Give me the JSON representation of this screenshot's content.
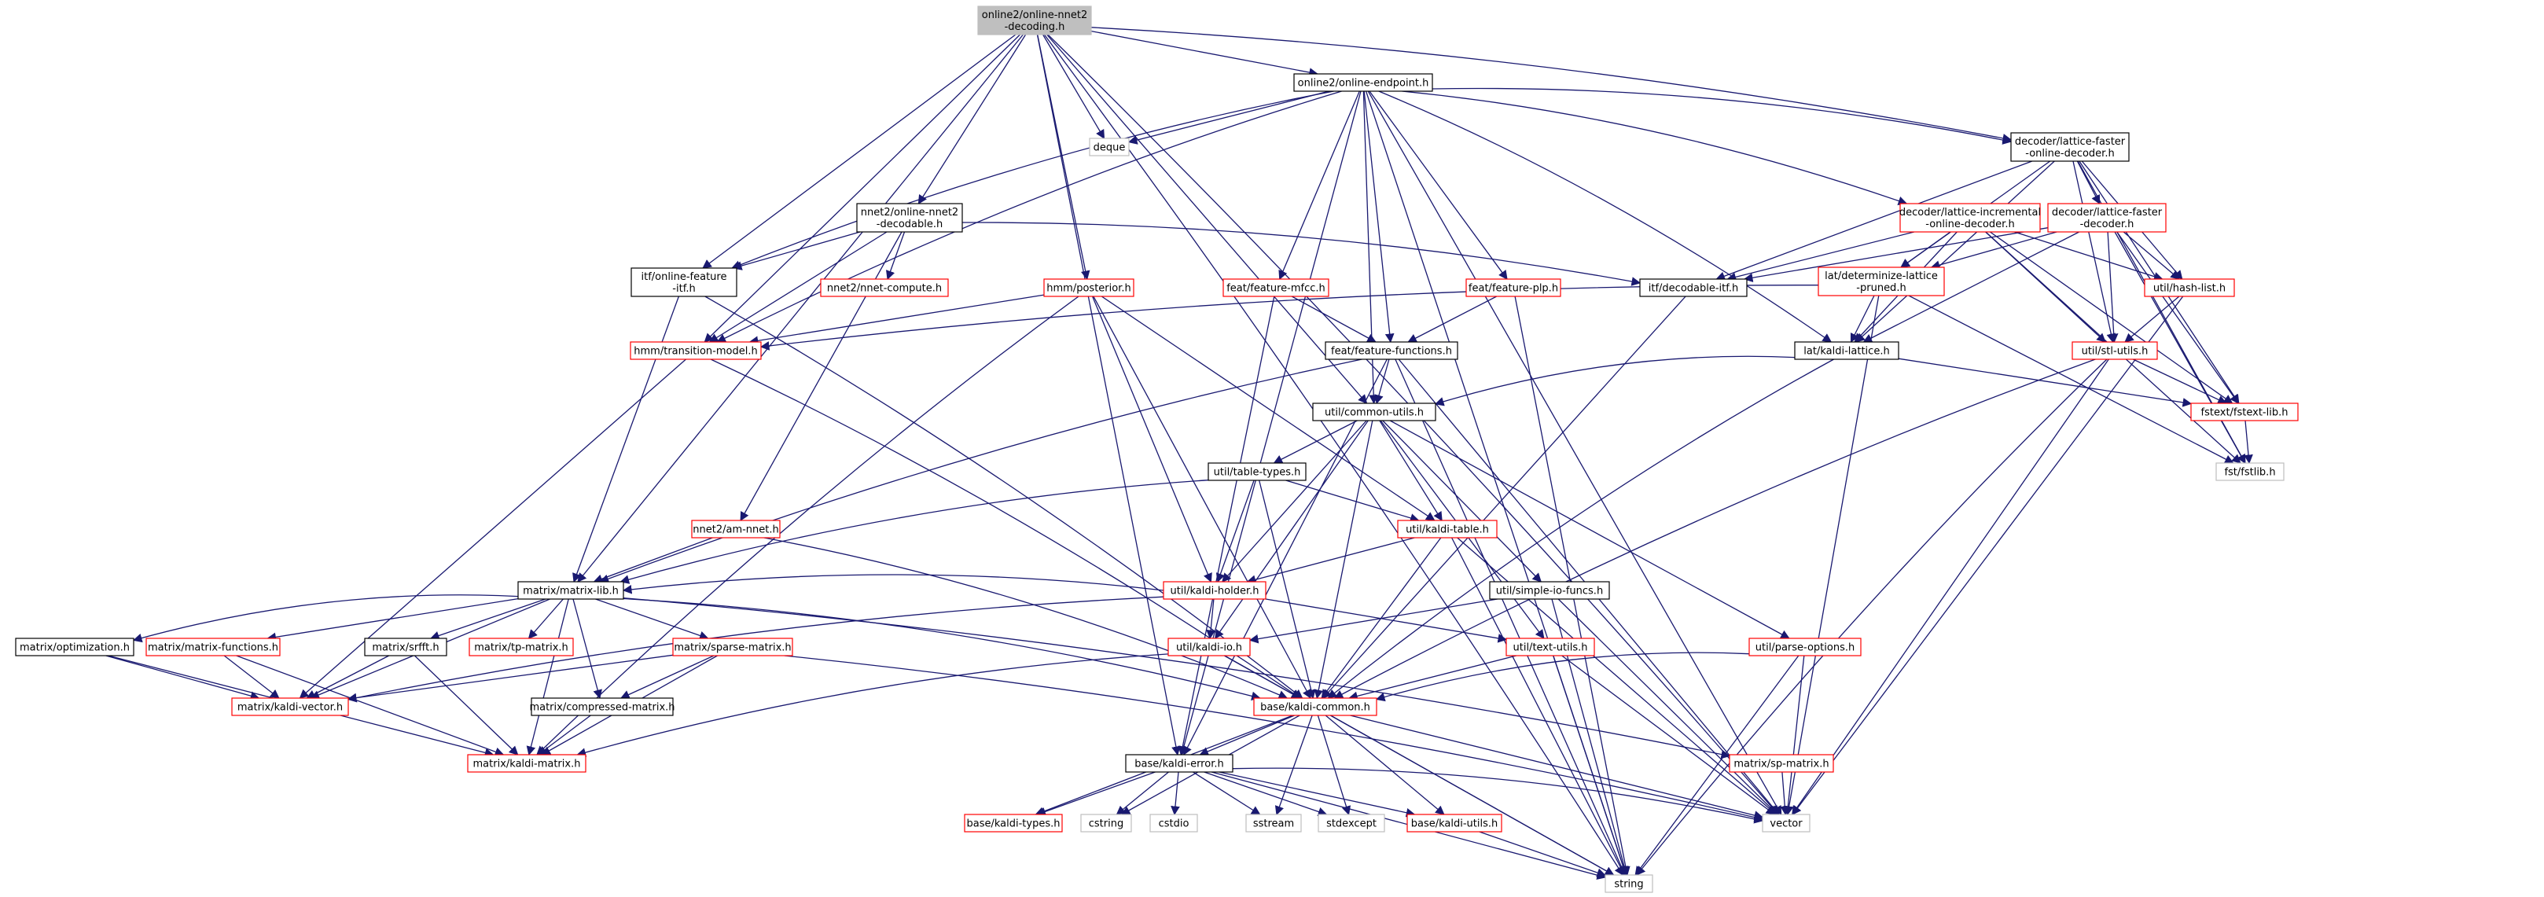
{
  "colors": {
    "background": "#ffffff",
    "root_fill": "#bfbfbf",
    "edge": "#191970",
    "border_documented": "#000000",
    "border_truncated": "#ff0000",
    "border_external": "#bfbfbf",
    "text": "#000000"
  },
  "nodes": [
    {
      "id": "root",
      "lines": [
        "online2/online-nnet2",
        "-decoding.h"
      ],
      "style": "root"
    },
    {
      "id": "endpoint",
      "lines": [
        "online2/online-endpoint.h"
      ],
      "style": "documented"
    },
    {
      "id": "deque",
      "lines": [
        "deque"
      ],
      "style": "external"
    },
    {
      "id": "lfod",
      "lines": [
        "decoder/lattice-faster",
        "-online-decoder.h"
      ],
      "style": "documented"
    },
    {
      "id": "nnetdec",
      "lines": [
        "nnet2/online-nnet2",
        "-decodable.h"
      ],
      "style": "documented"
    },
    {
      "id": "lid",
      "lines": [
        "decoder/lattice-incremental",
        "-online-decoder.h"
      ],
      "style": "truncated"
    },
    {
      "id": "lfd",
      "lines": [
        "decoder/lattice-faster",
        "-decoder.h"
      ],
      "style": "truncated"
    },
    {
      "id": "itffeat",
      "lines": [
        "itf/online-feature",
        "-itf.h"
      ],
      "style": "documented"
    },
    {
      "id": "nnetcomp",
      "lines": [
        "nnet2/nnet-compute.h"
      ],
      "style": "truncated"
    },
    {
      "id": "posterior",
      "lines": [
        "hmm/posterior.h"
      ],
      "style": "truncated"
    },
    {
      "id": "mfcc",
      "lines": [
        "feat/feature-mfcc.h"
      ],
      "style": "truncated"
    },
    {
      "id": "itfdec",
      "lines": [
        "itf/decodable-itf.h"
      ],
      "style": "documented"
    },
    {
      "id": "plp",
      "lines": [
        "feat/feature-plp.h"
      ],
      "style": "truncated"
    },
    {
      "id": "detlat",
      "lines": [
        "lat/determinize-lattice",
        "-pruned.h"
      ],
      "style": "truncated"
    },
    {
      "id": "hashlist",
      "lines": [
        "util/hash-list.h"
      ],
      "style": "truncated"
    },
    {
      "id": "transmodel",
      "lines": [
        "hmm/transition-model.h"
      ],
      "style": "truncated"
    },
    {
      "id": "featfunc",
      "lines": [
        "feat/feature-functions.h"
      ],
      "style": "documented"
    },
    {
      "id": "kaldilat",
      "lines": [
        "lat/kaldi-lattice.h"
      ],
      "style": "documented"
    },
    {
      "id": "stlutils",
      "lines": [
        "util/stl-utils.h"
      ],
      "style": "truncated"
    },
    {
      "id": "commonutils",
      "lines": [
        "util/common-utils.h"
      ],
      "style": "documented"
    },
    {
      "id": "fstextlib",
      "lines": [
        "fstext/fstext-lib.h"
      ],
      "style": "truncated"
    },
    {
      "id": "fstlib",
      "lines": [
        "fst/fstlib.h"
      ],
      "style": "external"
    },
    {
      "id": "tabletypes",
      "lines": [
        "util/table-types.h"
      ],
      "style": "documented"
    },
    {
      "id": "amnnet",
      "lines": [
        "nnet2/am-nnet.h"
      ],
      "style": "truncated"
    },
    {
      "id": "kaldtable",
      "lines": [
        "util/kaldi-table.h"
      ],
      "style": "truncated"
    },
    {
      "id": "matrixlib",
      "lines": [
        "matrix/matrix-lib.h"
      ],
      "style": "documented"
    },
    {
      "id": "simpleio",
      "lines": [
        "util/simple-io-funcs.h"
      ],
      "style": "documented"
    },
    {
      "id": "kaldiholder",
      "lines": [
        "util/kaldi-holder.h"
      ],
      "style": "truncated"
    },
    {
      "id": "optim",
      "lines": [
        "matrix/optimization.h"
      ],
      "style": "documented"
    },
    {
      "id": "matfunc",
      "lines": [
        "matrix/matrix-functions.h"
      ],
      "style": "truncated"
    },
    {
      "id": "srfft",
      "lines": [
        "matrix/srfft.h"
      ],
      "style": "documented"
    },
    {
      "id": "tpmat",
      "lines": [
        "matrix/tp-matrix.h"
      ],
      "style": "truncated"
    },
    {
      "id": "sparsemat",
      "lines": [
        "matrix/sparse-matrix.h"
      ],
      "style": "truncated"
    },
    {
      "id": "kaldiio",
      "lines": [
        "util/kaldi-io.h"
      ],
      "style": "truncated"
    },
    {
      "id": "textutils",
      "lines": [
        "util/text-utils.h"
      ],
      "style": "truncated"
    },
    {
      "id": "parseopt",
      "lines": [
        "util/parse-options.h"
      ],
      "style": "truncated"
    },
    {
      "id": "kaldivec",
      "lines": [
        "matrix/kaldi-vector.h"
      ],
      "style": "truncated"
    },
    {
      "id": "compmat",
      "lines": [
        "matrix/compressed-matrix.h"
      ],
      "style": "documented"
    },
    {
      "id": "kaldicommon",
      "lines": [
        "base/kaldi-common.h"
      ],
      "style": "truncated"
    },
    {
      "id": "kaldimatrix",
      "lines": [
        "matrix/kaldi-matrix.h"
      ],
      "style": "truncated"
    },
    {
      "id": "spmat",
      "lines": [
        "matrix/sp-matrix.h"
      ],
      "style": "truncated"
    },
    {
      "id": "kaldierror",
      "lines": [
        "base/kaldi-error.h"
      ],
      "style": "documented"
    },
    {
      "id": "kalditypes",
      "lines": [
        "base/kaldi-types.h"
      ],
      "style": "truncated"
    },
    {
      "id": "cstring",
      "lines": [
        "cstring"
      ],
      "style": "external"
    },
    {
      "id": "cstdio",
      "lines": [
        "cstdio"
      ],
      "style": "external"
    },
    {
      "id": "sstream",
      "lines": [
        "sstream"
      ],
      "style": "external"
    },
    {
      "id": "stdexcept",
      "lines": [
        "stdexcept"
      ],
      "style": "external"
    },
    {
      "id": "kaldiutils",
      "lines": [
        "base/kaldi-utils.h"
      ],
      "style": "truncated"
    },
    {
      "id": "vector",
      "lines": [
        "vector"
      ],
      "style": "external"
    },
    {
      "id": "string",
      "lines": [
        "string"
      ],
      "style": "external"
    }
  ],
  "edges": [
    [
      "root",
      "endpoint"
    ],
    [
      "root",
      "deque"
    ],
    [
      "root",
      "lfod"
    ],
    [
      "root",
      "nnetdec"
    ],
    [
      "root",
      "itffeat"
    ],
    [
      "root",
      "posterior"
    ],
    [
      "root",
      "transmodel"
    ],
    [
      "root",
      "commonutils"
    ],
    [
      "root",
      "matrixlib"
    ],
    [
      "root",
      "kaldierror"
    ],
    [
      "root",
      "vector"
    ],
    [
      "root",
      "string"
    ],
    [
      "endpoint",
      "deque"
    ],
    [
      "endpoint",
      "lfod"
    ],
    [
      "endpoint",
      "lid"
    ],
    [
      "endpoint",
      "itffeat"
    ],
    [
      "endpoint",
      "mfcc"
    ],
    [
      "endpoint",
      "plp"
    ],
    [
      "endpoint",
      "transmodel"
    ],
    [
      "endpoint",
      "featfunc"
    ],
    [
      "endpoint",
      "kaldilat"
    ],
    [
      "endpoint",
      "commonutils"
    ],
    [
      "endpoint",
      "kaldierror"
    ],
    [
      "endpoint",
      "vector"
    ],
    [
      "endpoint",
      "string"
    ],
    [
      "lfod",
      "lfd"
    ],
    [
      "lfod",
      "itfdec"
    ],
    [
      "lfod",
      "detlat"
    ],
    [
      "lfod",
      "hashlist"
    ],
    [
      "lfod",
      "kaldilat"
    ],
    [
      "lfod",
      "stlutils"
    ],
    [
      "lfod",
      "fstextlib"
    ],
    [
      "lfod",
      "fstlib"
    ],
    [
      "nnetdec",
      "itfdec"
    ],
    [
      "nnetdec",
      "itffeat"
    ],
    [
      "nnetdec",
      "nnetcomp"
    ],
    [
      "nnetdec",
      "amnnet"
    ],
    [
      "nnetdec",
      "transmodel"
    ],
    [
      "lid",
      "itfdec"
    ],
    [
      "lid",
      "detlat"
    ],
    [
      "lid",
      "hashlist"
    ],
    [
      "lid",
      "stlutils"
    ],
    [
      "lid",
      "kaldilat"
    ],
    [
      "lid",
      "fstextlib"
    ],
    [
      "lid",
      "fstlib"
    ],
    [
      "lfd",
      "itfdec"
    ],
    [
      "lfd",
      "detlat"
    ],
    [
      "lfd",
      "hashlist"
    ],
    [
      "lfd",
      "stlutils"
    ],
    [
      "lfd",
      "kaldilat"
    ],
    [
      "lfd",
      "fstextlib"
    ],
    [
      "lfd",
      "fstlib"
    ],
    [
      "itffeat",
      "matrixlib"
    ],
    [
      "itffeat",
      "kaldicommon"
    ],
    [
      "posterior",
      "transmodel"
    ],
    [
      "posterior",
      "kaldtable"
    ],
    [
      "posterior",
      "kaldicommon"
    ],
    [
      "posterior",
      "kaldimatrix"
    ],
    [
      "posterior",
      "kaldiholder"
    ],
    [
      "mfcc",
      "featfunc"
    ],
    [
      "mfcc",
      "kaldierror"
    ],
    [
      "itfdec",
      "kaldicommon"
    ],
    [
      "plp",
      "featfunc"
    ],
    [
      "plp",
      "string"
    ],
    [
      "detlat",
      "transmodel"
    ],
    [
      "detlat",
      "kaldilat"
    ],
    [
      "detlat",
      "fstlib"
    ],
    [
      "detlat",
      "vector"
    ],
    [
      "hashlist",
      "stlutils"
    ],
    [
      "hashlist",
      "vector"
    ],
    [
      "transmodel",
      "kaldicommon"
    ],
    [
      "transmodel",
      "kaldivec"
    ],
    [
      "featfunc",
      "commonutils"
    ],
    [
      "featfunc",
      "matrixlib"
    ],
    [
      "featfunc",
      "kaldierror"
    ],
    [
      "featfunc",
      "vector"
    ],
    [
      "featfunc",
      "string"
    ],
    [
      "kaldilat",
      "commonutils"
    ],
    [
      "kaldilat",
      "fstextlib"
    ],
    [
      "kaldilat",
      "kaldicommon"
    ],
    [
      "stlutils",
      "fstextlib"
    ],
    [
      "stlutils",
      "kaldicommon"
    ],
    [
      "stlutils",
      "vector"
    ],
    [
      "stlutils",
      "string"
    ],
    [
      "commonutils",
      "tabletypes"
    ],
    [
      "commonutils",
      "kaldtable"
    ],
    [
      "commonutils",
      "kaldiholder"
    ],
    [
      "commonutils",
      "kaldiio"
    ],
    [
      "commonutils",
      "simpleio"
    ],
    [
      "commonutils",
      "textutils"
    ],
    [
      "commonutils",
      "parseopt"
    ],
    [
      "commonutils",
      "kaldicommon"
    ],
    [
      "fstextlib",
      "fstlib"
    ],
    [
      "tabletypes",
      "kaldtable"
    ],
    [
      "tabletypes",
      "kaldiholder"
    ],
    [
      "tabletypes",
      "matrixlib"
    ],
    [
      "tabletypes",
      "kaldicommon"
    ],
    [
      "amnnet",
      "matrixlib"
    ],
    [
      "amnnet",
      "kaldicommon"
    ],
    [
      "kaldtable",
      "kaldiholder"
    ],
    [
      "kaldtable",
      "kaldicommon"
    ],
    [
      "kaldtable",
      "vector"
    ],
    [
      "kaldtable",
      "string"
    ],
    [
      "matrixlib",
      "optim"
    ],
    [
      "matrixlib",
      "matfunc"
    ],
    [
      "matrixlib",
      "srfft"
    ],
    [
      "matrixlib",
      "tpmat"
    ],
    [
      "matrixlib",
      "sparsemat"
    ],
    [
      "matrixlib",
      "compmat"
    ],
    [
      "matrixlib",
      "kaldivec"
    ],
    [
      "matrixlib",
      "kaldimatrix"
    ],
    [
      "matrixlib",
      "spmat"
    ],
    [
      "matrixlib",
      "kaldicommon"
    ],
    [
      "simpleio",
      "kaldiio"
    ],
    [
      "simpleio",
      "string"
    ],
    [
      "simpleio",
      "vector"
    ],
    [
      "kaldiholder",
      "kaldiio"
    ],
    [
      "kaldiholder",
      "textutils"
    ],
    [
      "kaldiholder",
      "matrixlib"
    ],
    [
      "kaldiholder",
      "kaldivec"
    ],
    [
      "optim",
      "kaldivec"
    ],
    [
      "optim",
      "kaldimatrix"
    ],
    [
      "matfunc",
      "kaldivec"
    ],
    [
      "matfunc",
      "kaldimatrix"
    ],
    [
      "srfft",
      "kaldivec"
    ],
    [
      "srfft",
      "kaldimatrix"
    ],
    [
      "sparsemat",
      "kaldivec"
    ],
    [
      "sparsemat",
      "kaldimatrix"
    ],
    [
      "sparsemat",
      "compmat"
    ],
    [
      "sparsemat",
      "vector"
    ],
    [
      "kaldiio",
      "kaldicommon"
    ],
    [
      "kaldiio",
      "kaldimatrix"
    ],
    [
      "kaldiio",
      "string"
    ],
    [
      "textutils",
      "kaldicommon"
    ],
    [
      "textutils",
      "vector"
    ],
    [
      "textutils",
      "string"
    ],
    [
      "parseopt",
      "kaldicommon"
    ],
    [
      "parseopt",
      "vector"
    ],
    [
      "parseopt",
      "string"
    ],
    [
      "compmat",
      "kaldimatrix"
    ],
    [
      "kaldicommon",
      "kaldierror"
    ],
    [
      "kaldicommon",
      "kalditypes"
    ],
    [
      "kaldicommon",
      "kaldiutils"
    ],
    [
      "kaldicommon",
      "cstring"
    ],
    [
      "kaldicommon",
      "sstream"
    ],
    [
      "kaldicommon",
      "stdexcept"
    ],
    [
      "kaldicommon",
      "vector"
    ],
    [
      "kaldicommon",
      "string"
    ],
    [
      "spmat",
      "vector"
    ],
    [
      "kaldierror",
      "kalditypes"
    ],
    [
      "kaldierror",
      "kaldiutils"
    ],
    [
      "kaldierror",
      "cstring"
    ],
    [
      "kaldierror",
      "cstdio"
    ],
    [
      "kaldierror",
      "sstream"
    ],
    [
      "kaldierror",
      "stdexcept"
    ],
    [
      "kaldierror",
      "vector"
    ],
    [
      "kaldierror",
      "string"
    ],
    [
      "kaldiutils",
      "string"
    ]
  ]
}
